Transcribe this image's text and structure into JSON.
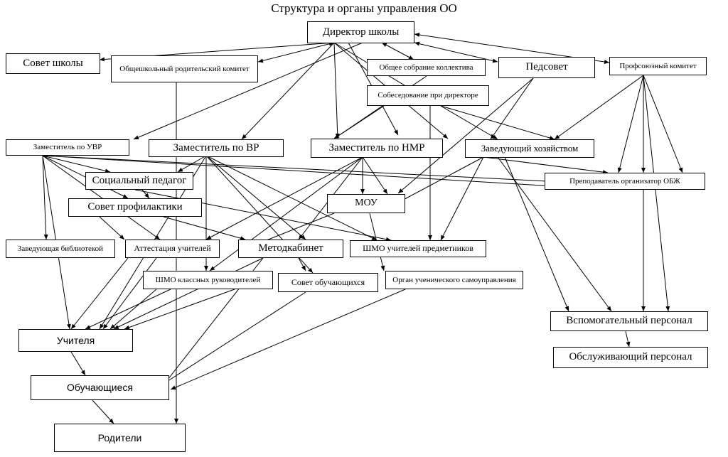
{
  "title": "Структура и органы управления ОО",
  "nodes": {
    "director": "Директор школы",
    "council": "Совет школы",
    "parent_committee": "Общешкольный родительский комитет",
    "general_meeting": "Общее собрание коллектива",
    "pedsovet": "Педсовет",
    "union": "Профсоюзный комитет",
    "interview": "Собеседование при директоре",
    "deputy_uvr": "Заместитель по УВР",
    "deputy_vr": "Заместитель по ВР",
    "deputy_nmr": "Заместитель по НМР",
    "supply_head": "Заведующий хозяйством",
    "social_teacher": "Социальный педагог",
    "obzh": "Преподаватель организатор ОБЖ",
    "prevention": "Совет профилактики",
    "mou": "МОУ",
    "library": "Заведующая библиотекой",
    "attestation": "Аттестация учителей",
    "methodcab": "Методкабинет",
    "shmo_subject": "ШМО учителей предметников",
    "shmo_class": "ШМО классных руководителей",
    "students_council": "Совет обучающихся",
    "student_gov": "Орган ученического самоуправления",
    "support_staff": "Вспомогательный персонал",
    "teachers": "Учителя",
    "service_staff": "Обслуживающий персонал",
    "students": "Обучающиеся",
    "parents": "Родители"
  }
}
